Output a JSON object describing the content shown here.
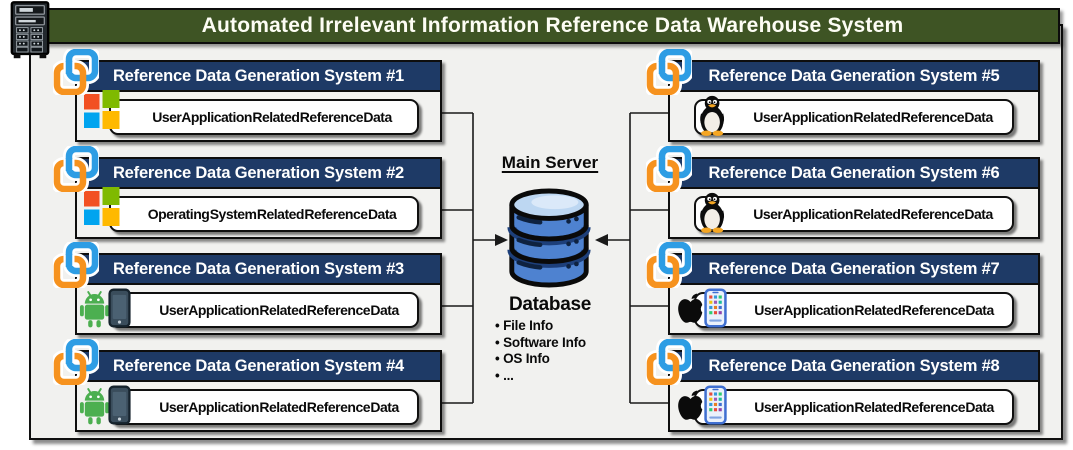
{
  "title": "Automated Irrelevant Information Reference Data Warehouse System",
  "main_server": {
    "label": "Main Server",
    "database_label": "Database",
    "database_items": [
      "File Info",
      "Software Info",
      "OS Info",
      "..."
    ]
  },
  "systems": [
    {
      "title": "Reference Data Generation System #1",
      "data_label": "User Application Related Reference Data",
      "platform": "windows",
      "side": "left"
    },
    {
      "title": "Reference Data Generation System #2",
      "data_label": "Operating System Related Reference Data",
      "platform": "windows",
      "side": "left"
    },
    {
      "title": "Reference Data Generation System #3",
      "data_label": "User Application Related Reference Data",
      "platform": "android",
      "side": "left"
    },
    {
      "title": "Reference Data Generation System #4",
      "data_label": "User Application Related Reference Data",
      "platform": "android",
      "side": "left"
    },
    {
      "title": "Reference Data Generation System #5",
      "data_label": "User Application Related Reference Data",
      "platform": "linux",
      "side": "right"
    },
    {
      "title": "Reference Data Generation System #6",
      "data_label": "User Application Related Reference Data",
      "platform": "linux",
      "side": "right"
    },
    {
      "title": "Reference Data Generation System #7",
      "data_label": "User Application Related Reference Data",
      "platform": "apple",
      "side": "right"
    },
    {
      "title": "Reference Data Generation System #8",
      "data_label": "User Application Related Reference Data",
      "platform": "apple",
      "side": "right"
    }
  ],
  "colors": {
    "title_bar_green": "#3e5424",
    "header_navy": "#1e3a66",
    "frame_gray": "#f1f1ef",
    "database_blue": "#4e82d0",
    "database_top_blue": "#bdd7f2",
    "vm_icon_blue": "#2e9de4",
    "vm_icon_orange": "#f6921e",
    "android_green": "#4caf50"
  }
}
